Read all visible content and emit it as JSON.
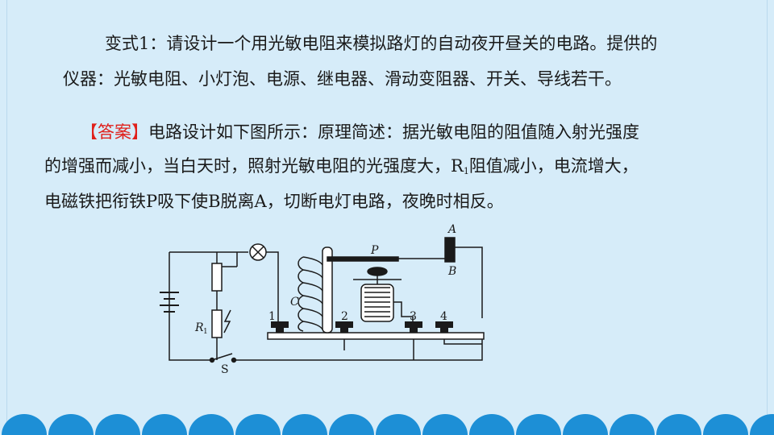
{
  "question": {
    "line1": "变式1：请设计一个用光敏电阻来模拟路灯的自动夜开昼关的电路。提供的",
    "line2": "仪器：光敏电阻、小灯泡、电源、继电器、滑动变阻器、开关、导线若干。"
  },
  "answer": {
    "tag": "【答案】",
    "line1_rest": "电路设计如下图所示：原理简述：据光敏电阻的阻值随入射光强度",
    "line2_part1": "的增强而减小，当白天时，照射光敏电阻的光强度大，R",
    "line2_sub": "1",
    "line2_part2": "阻值减小，电流增大，",
    "line3": "电磁铁把衔铁P吸下使B脱离A，切断电灯电路，夜晚时相反。"
  },
  "diagram": {
    "label_A": "A",
    "label_B": "B",
    "label_P": "P",
    "label_C": "C",
    "label_R": "R",
    "label_R_sub": "1",
    "label_S": "S",
    "terminal_1": "1",
    "terminal_2": "2",
    "terminal_3": "3",
    "terminal_4": "4"
  },
  "colors": {
    "background": "#d6ecf9",
    "answer_tag": "#e0201b",
    "wave": "#1d8fd6"
  }
}
